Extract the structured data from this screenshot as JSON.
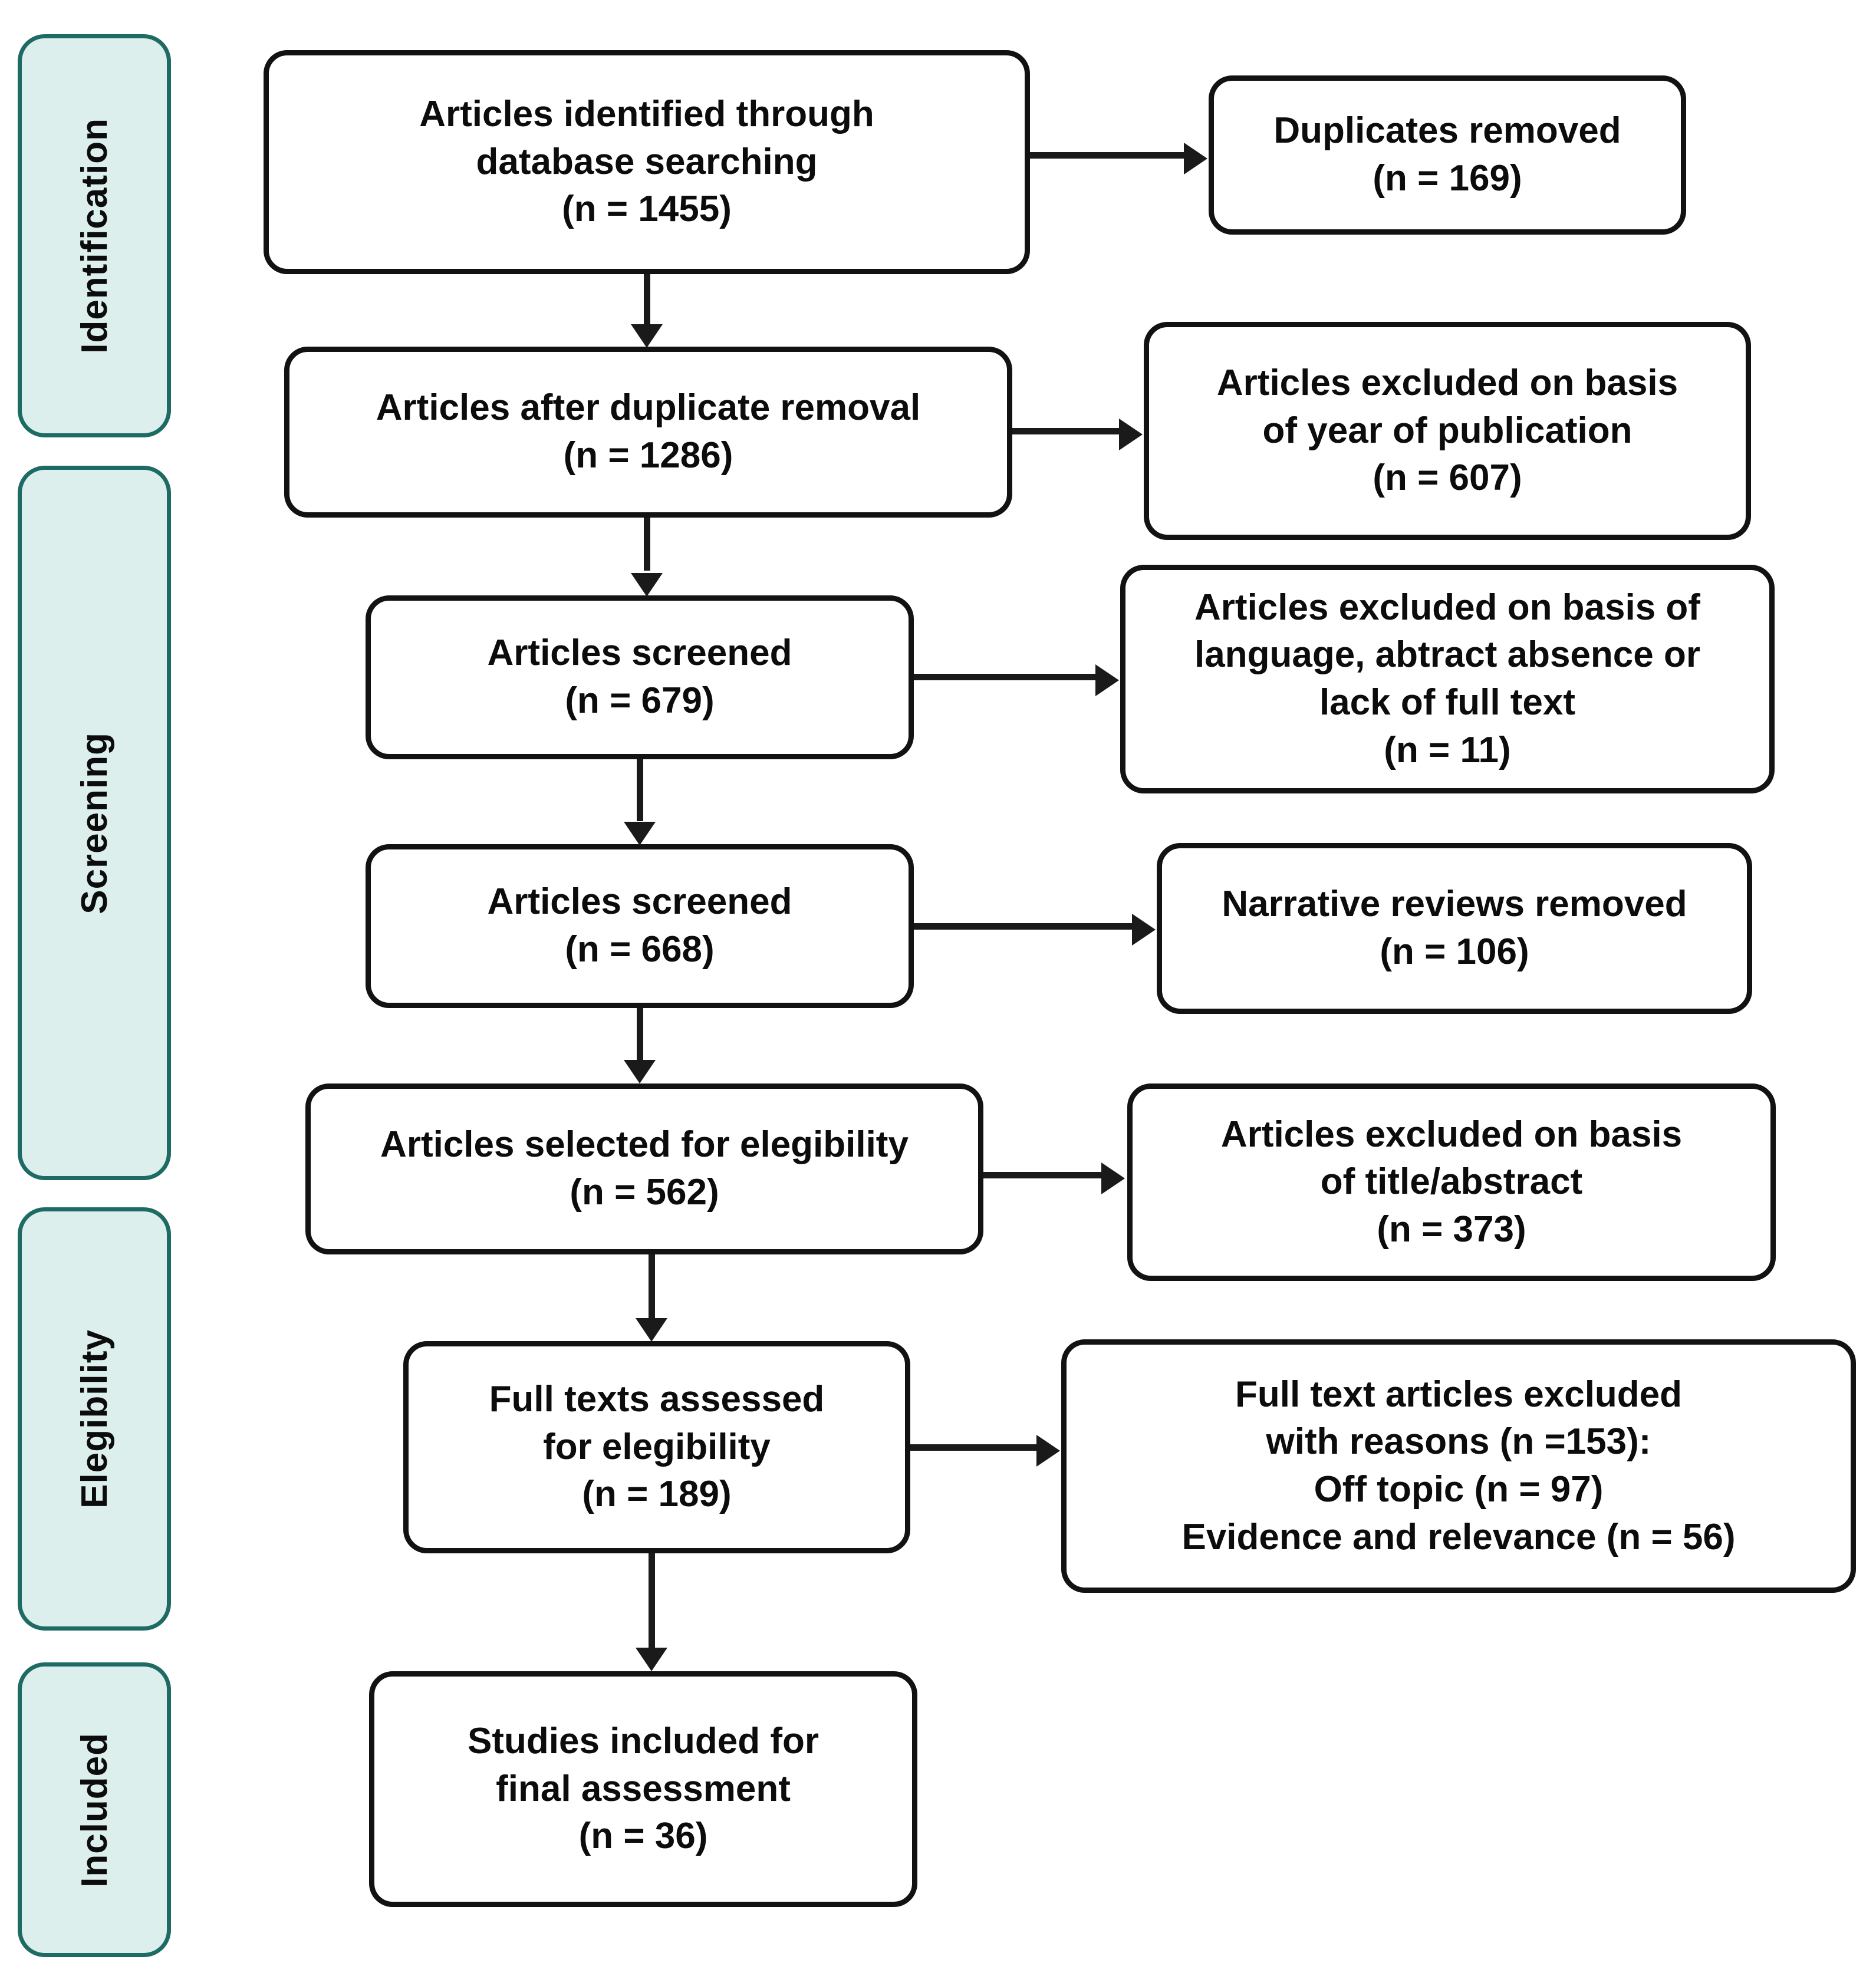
{
  "diagram": {
    "type": "prisma-flow-diagram",
    "accent_color": "#1d6b63",
    "tab_fill_color": "#dcefed",
    "box_border_color": "#121212",
    "text_color": "#0c0c0c"
  },
  "stages": [
    {
      "label": "Identification"
    },
    {
      "label": "Screening"
    },
    {
      "label": "Elegibility"
    },
    {
      "label": "Included"
    }
  ],
  "main_flow": [
    {
      "text": "Articles identified through\ndatabase searching\n(n = 1455)",
      "n": 1455
    },
    {
      "text": "Articles after duplicate removal\n(n = 1286)",
      "n": 1286
    },
    {
      "text": "Articles screened\n(n = 679)",
      "n": 679
    },
    {
      "text": "Articles screened\n(n = 668)",
      "n": 668
    },
    {
      "text": "Articles selected for elegibility\n(n = 562)",
      "n": 562
    },
    {
      "text": "Full texts assessed\nfor elegibility\n(n = 189)",
      "n": 189
    },
    {
      "text": "Studies included for\nfinal assessment\n(n = 36)",
      "n": 36
    }
  ],
  "exclusions": [
    {
      "text": "Duplicates removed\n(n = 169)",
      "n": 169
    },
    {
      "text": "Articles excluded on basis\nof year of publication\n(n = 607)",
      "n": 607
    },
    {
      "text": "Articles excluded on basis of\nlanguage, abtract absence or\nlack of full text\n(n = 11)",
      "n": 11
    },
    {
      "text": "Narrative reviews removed\n(n = 106)",
      "n": 106
    },
    {
      "text": "Articles excluded on basis\nof title/abstract\n(n = 373)",
      "n": 373
    },
    {
      "text": "Full text articles excluded\nwith reasons (n =153):\nOff topic (n = 97)\nEvidence and relevance (n = 56)",
      "n": 153
    }
  ]
}
